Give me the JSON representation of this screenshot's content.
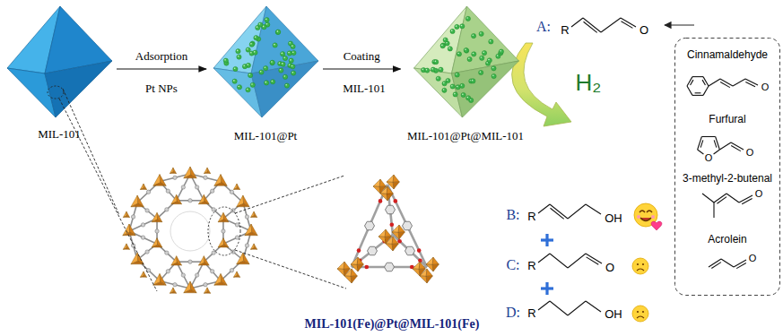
{
  "diagram": {
    "caption": "MIL-101(Fe)@Pt@MIL-101(Fe)",
    "nodes": [
      {
        "text": [
          "MIL-101"
        ]
      },
      {
        "text": [
          "MIL-101@Pt"
        ]
      },
      {
        "text": [
          "MIL-101@Pt@MIL-101"
        ]
      },
      {
        "text": [
          "Cinnamaldehyde",
          "Furfural",
          "3-methyl-2-butenal",
          "Acrolein"
        ]
      }
    ],
    "edges": [
      {
        "from": 0,
        "to": 1,
        "arrow": "to",
        "label": "Adsorption"
      },
      {
        "from": 1,
        "to": 2,
        "arrow": "to",
        "label": "Coating"
      }
    ],
    "labels": [
      "Pt NPs",
      "MIL-101",
      "H₂",
      "A:",
      "R",
      "O",
      "O",
      "O",
      "O",
      "O",
      "O",
      "B:",
      "R",
      "OH",
      "C:",
      "R",
      "O",
      "D:",
      "R",
      "OH"
    ]
  }
}
